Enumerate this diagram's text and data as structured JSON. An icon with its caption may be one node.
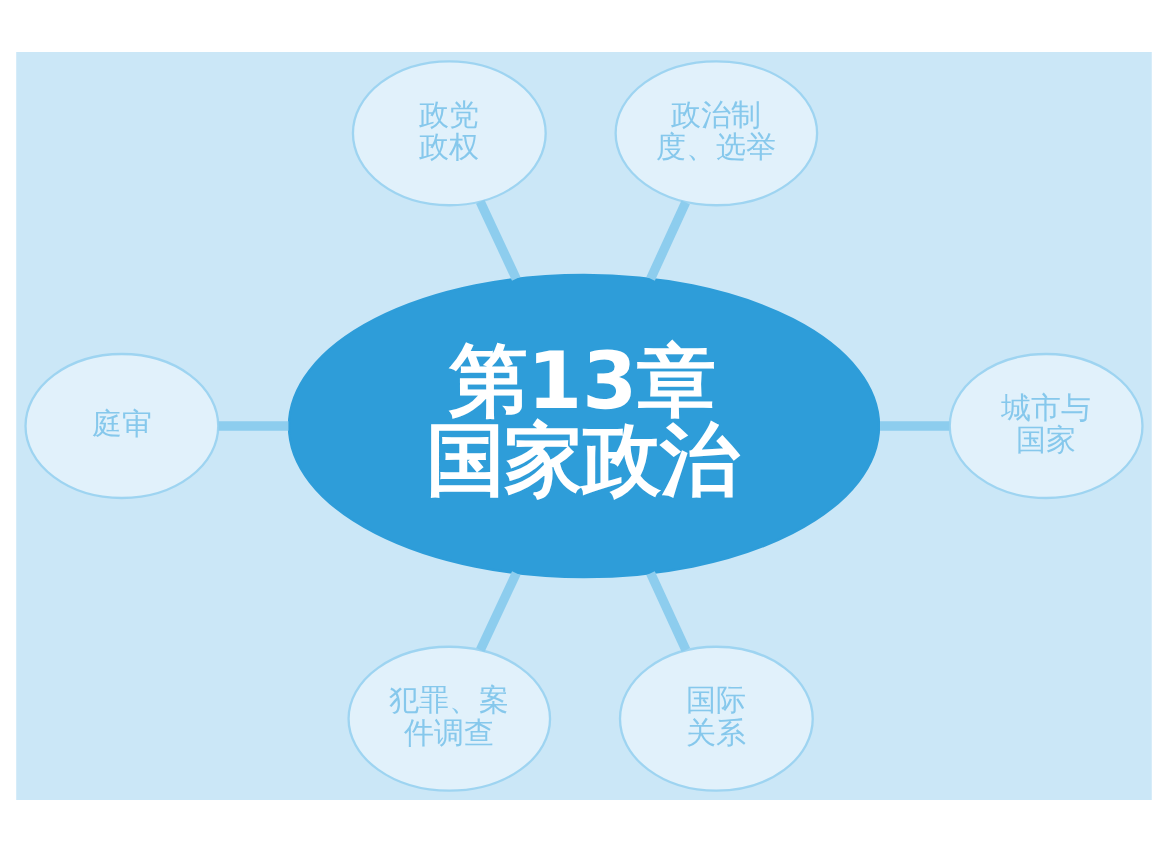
{
  "diagram": {
    "nodes": [
      {
        "text": [
          "第13章",
          "国家政治"
        ]
      },
      {
        "text": [
          "政党政权"
        ]
      },
      {
        "text": [
          "政治制度、选举"
        ]
      },
      {
        "text": [
          "庭审"
        ]
      },
      {
        "text": [
          "城市与国家"
        ]
      },
      {
        "text": [
          "犯罪、案件调查"
        ]
      },
      {
        "text": [
          "国际关系"
        ]
      }
    ],
    "edges": [
      {
        "from": 0,
        "to": 1,
        "arrow": "none"
      },
      {
        "from": 0,
        "to": 2,
        "arrow": "none"
      },
      {
        "from": 0,
        "to": 4,
        "arrow": "none"
      },
      {
        "from": 0,
        "to": 6,
        "arrow": "none"
      },
      {
        "from": 0,
        "to": 5,
        "arrow": "none"
      },
      {
        "from": 0,
        "to": 3,
        "arrow": "none"
      }
    ]
  }
}
